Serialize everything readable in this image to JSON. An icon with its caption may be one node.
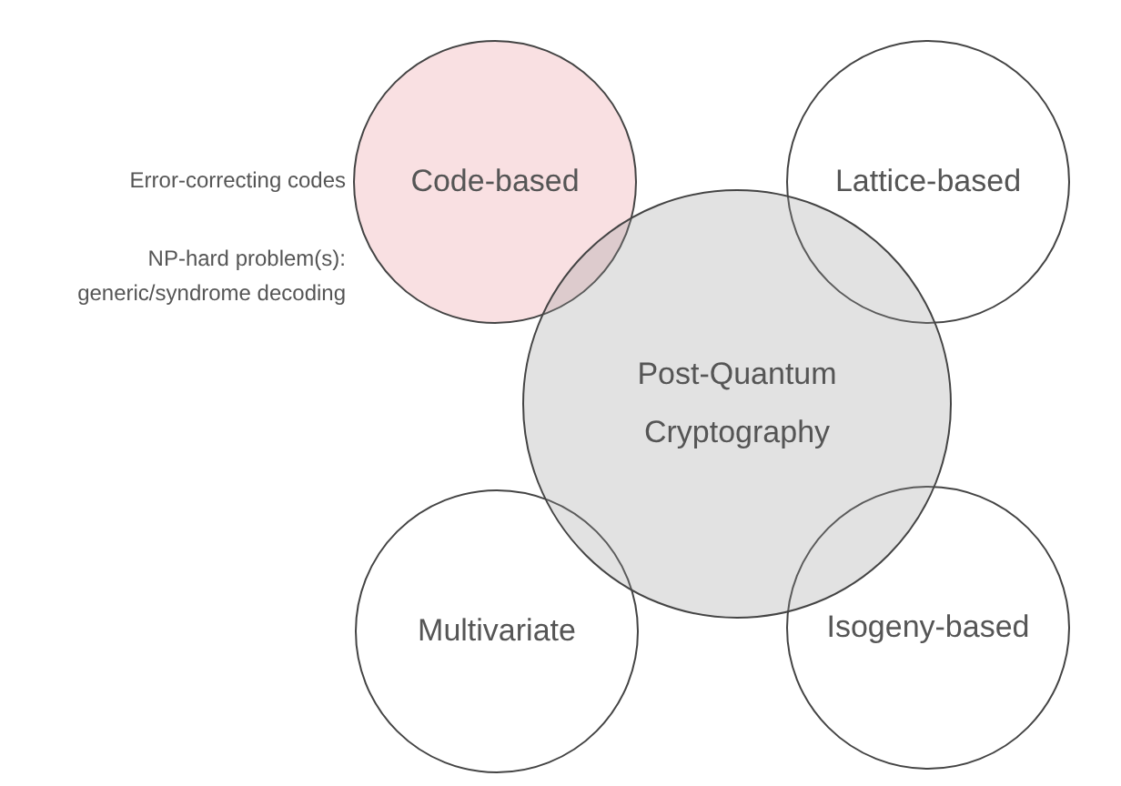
{
  "diagram": {
    "nodes": [
      {
        "text": [
          "Code-based"
        ],
        "beside": [
          "Error-correcting codes",
          "NP-hard problem(s): generic/syndrome decoding"
        ]
      },
      {
        "text": [
          "Lattice-based"
        ]
      },
      {
        "text": [
          "Post-Quantum Cryptography"
        ]
      },
      {
        "text": [
          "Multivariate"
        ]
      },
      {
        "text": [
          "Isogeny-based"
        ]
      }
    ]
  }
}
